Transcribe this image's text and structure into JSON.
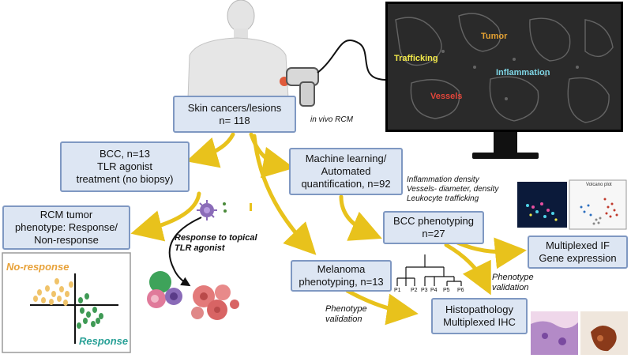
{
  "boxes": {
    "skin": [
      "Skin cancers/lesions",
      "n= 118"
    ],
    "bcc_tlr": [
      "BCC, n=13",
      "TLR agonist",
      "treatment (no biopsy)"
    ],
    "rcm_tumor": [
      "RCM tumor",
      "phenotype:  Response/",
      "Non-response"
    ],
    "ml": [
      "Machine learning/",
      "Automated",
      "quantification, n=92"
    ],
    "bcc_pheno": [
      "BCC phenotyping",
      "n=27"
    ],
    "melanoma": [
      "Melanoma",
      "phenotyping, n=13"
    ],
    "histo": [
      "Histopathology",
      "Multiplexed IHC"
    ],
    "mif": [
      "Multiplexed IF",
      "Gene expression"
    ]
  },
  "notes": {
    "in_vivo": "in vivo RCM",
    "ml_features": [
      "Inflammation density",
      "Vessels- diameter, density",
      "Leukocyte trafficking"
    ],
    "response_topical": [
      "Response to topical",
      "TLR agonist"
    ],
    "pheno_val_right": [
      "Phenotype",
      "validation"
    ],
    "pheno_val_left": [
      "Phenotype",
      "validation"
    ]
  },
  "monitor": {
    "trafficking": "Trafficking",
    "tumor": "Tumor",
    "inflammation": "Inflammation",
    "vessels": "Vessels"
  },
  "scatter": {
    "no_response": "No-response",
    "response": "Response"
  },
  "dendrogram_leaves": [
    "P1",
    "P2",
    "P3",
    "P4",
    "P5",
    "P6"
  ],
  "volcano_title": "Volcano plot",
  "colors": {
    "box_fill": "#dde6f3",
    "box_border": "#7f98c2",
    "arrow": "#e8c21c",
    "no_response": "#e8a23a",
    "response": "#2aa197",
    "trafficking": "#f2e94a",
    "tumor": "#e3a032",
    "inflammation": "#7fd6e6",
    "vessels": "#e2453a"
  }
}
